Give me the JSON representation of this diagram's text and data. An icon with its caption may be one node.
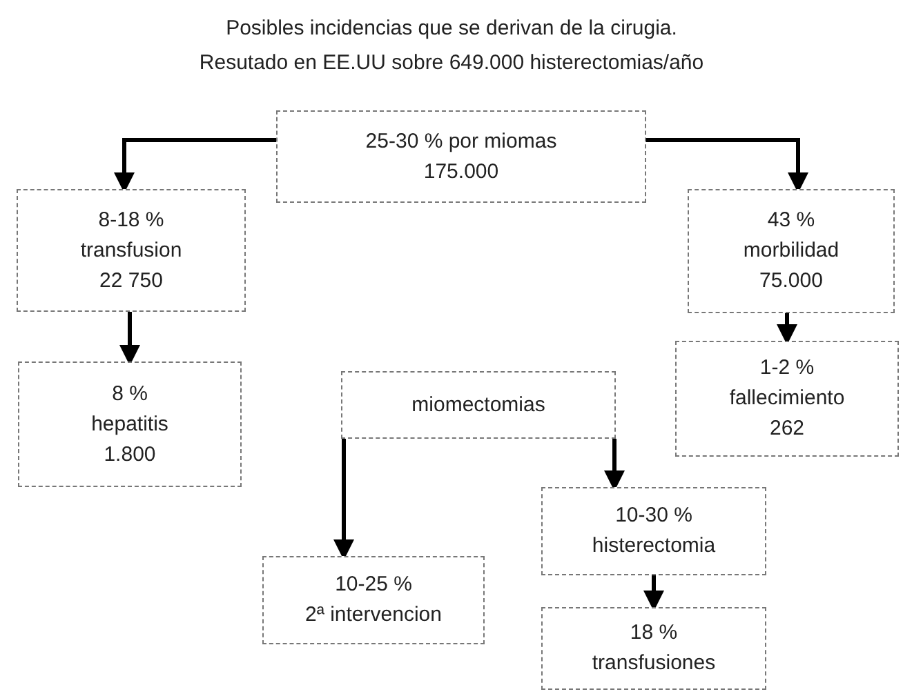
{
  "diagram": {
    "title": "Posibles incidencias que se derivan de la cirugia. Resutado en EE.UU sobre 649.000 histerectomias/año",
    "nodes": [
      {
        "text": [
          "25-30 % por miomas",
          "175.000"
        ]
      },
      {
        "text": [
          "8-18 %",
          "transfusion",
          "22 750"
        ]
      },
      {
        "text": [
          "43 %",
          "morbilidad",
          "75.000"
        ]
      },
      {
        "text": [
          "8 %",
          "hepatitis",
          "1.800"
        ]
      },
      {
        "text": [
          "1-2 %",
          "fallecimiento",
          "262"
        ]
      },
      {
        "text": [
          "miomectomias"
        ]
      },
      {
        "text": [
          "10-30 %",
          "histerectomia"
        ]
      },
      {
        "text": [
          "10-25 %",
          "2ª intervencion"
        ]
      },
      {
        "text": [
          "18 %",
          "transfusiones"
        ]
      }
    ],
    "edges": [
      {
        "from": 0,
        "to": 1,
        "arrow": "to"
      },
      {
        "from": 0,
        "to": 2,
        "arrow": "to"
      },
      {
        "from": 1,
        "to": 3,
        "arrow": "to"
      },
      {
        "from": 2,
        "to": 4,
        "arrow": "to"
      },
      {
        "from": 5,
        "to": 7,
        "arrow": "to"
      },
      {
        "from": 5,
        "to": 6,
        "arrow": "to"
      },
      {
        "from": 6,
        "to": 8,
        "arrow": "to"
      }
    ]
  }
}
